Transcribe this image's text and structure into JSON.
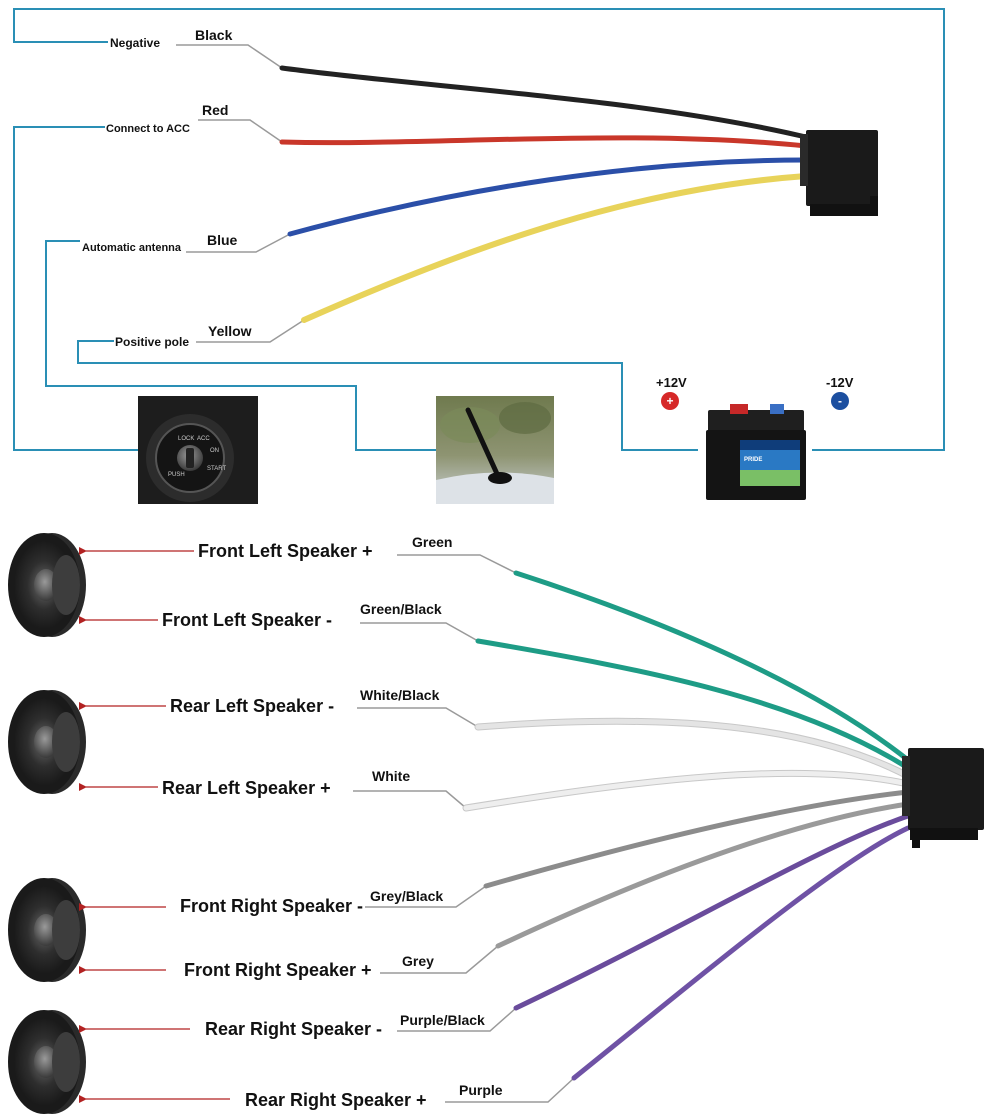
{
  "power_section": {
    "wires": [
      {
        "function": "Negative",
        "color_name": "Black",
        "color": "#222222"
      },
      {
        "function": "Connect to ACC",
        "color_name": "Red",
        "color": "#c9372a"
      },
      {
        "function": "Automatic antenna",
        "color_name": "Blue",
        "color": "#2b4fa8"
      },
      {
        "function": "Positive pole",
        "color_name": "Yellow",
        "color": "#e8d35a"
      }
    ],
    "battery": {
      "positive_label": "+12V",
      "negative_label": "-12V",
      "positive_symbol": "+",
      "negative_symbol": "-",
      "brand_label": "PRIDE"
    },
    "ignition_labels": [
      "LOCK",
      "ACC",
      "ON",
      "START",
      "PUSH"
    ],
    "guide_line_color": "#2a8fb5"
  },
  "speaker_section": {
    "wires": [
      {
        "speaker": "Front Left Speaker +",
        "color_name": "Green",
        "color": "#1e9c86"
      },
      {
        "speaker": "Front Left Speaker -",
        "color_name": "Green/Black",
        "color": "#1e9c86"
      },
      {
        "speaker": "Rear Left Speaker -",
        "color_name": "White/Black",
        "color": "#e4e4e4"
      },
      {
        "speaker": "Rear Left Speaker +",
        "color_name": "White",
        "color": "#eeeeee"
      },
      {
        "speaker": "Front Right Speaker -",
        "color_name": "Grey/Black",
        "color": "#8c8c8c"
      },
      {
        "speaker": "Front Right Speaker +",
        "color_name": "Grey",
        "color": "#9a9a9a"
      },
      {
        "speaker": "Rear Right Speaker -",
        "color_name": "Purple/Black",
        "color": "#6a4c9c"
      },
      {
        "speaker": "Rear Right Speaker +",
        "color_name": "Purple",
        "color": "#6f52a5"
      }
    ],
    "arrow_color": "#b22222"
  }
}
